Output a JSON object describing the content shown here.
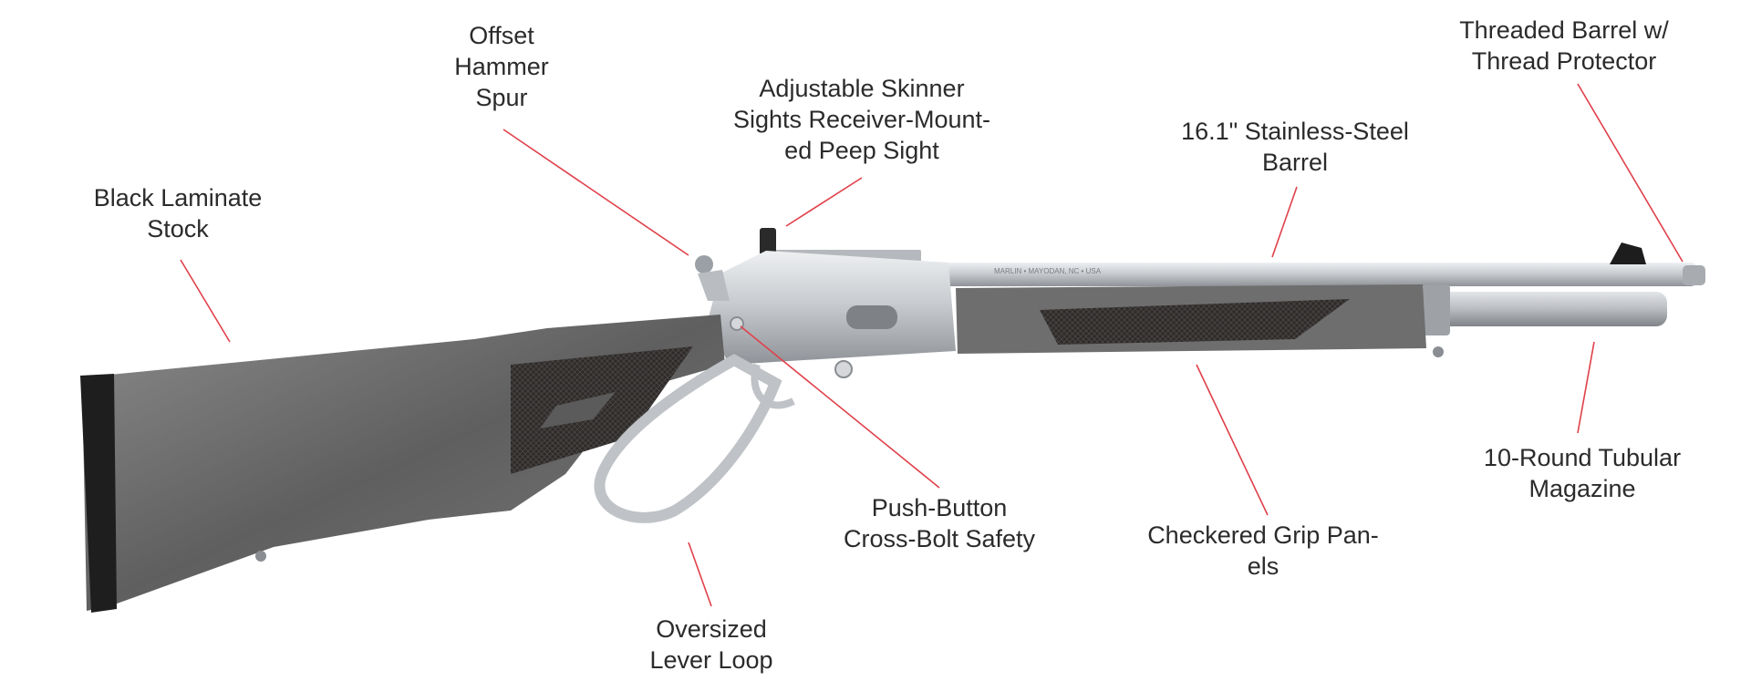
{
  "colors": {
    "leader_line": "#e0404a",
    "label_text": "#2b2b2b",
    "stainless_steel": "#c9ccd0",
    "laminate_stock": "#6f6f6f",
    "recoil_pad": "#1e1e1e",
    "checkering": "#2e2b2a"
  },
  "callouts": {
    "offset_hammer_spur": {
      "lines": [
        "Offset",
        "Hammer",
        "Spur"
      ]
    },
    "skinner_sights": {
      "lines": [
        "Adjustable Skinner",
        "Sights Receiver-Mount-",
        "ed Peep Sight"
      ]
    },
    "stainless_barrel": {
      "lines": [
        "16.1\" Stainless-Steel",
        "Barrel"
      ]
    },
    "threaded_barrel": {
      "lines": [
        "Threaded Barrel w/",
        "Thread Protector"
      ]
    },
    "black_laminate_stock": {
      "lines": [
        "Black Laminate",
        "Stock"
      ]
    },
    "push_button_safety": {
      "lines": [
        "Push-Button",
        "Cross-Bolt Safety"
      ]
    },
    "checkered_grip": {
      "lines": [
        "Checkered Grip Pan-",
        "els"
      ]
    },
    "tubular_magazine": {
      "lines": [
        "10-Round Tubular",
        "Magazine"
      ]
    },
    "oversized_lever_loop": {
      "lines": [
        "Oversized",
        "Lever Loop"
      ]
    }
  },
  "receiver_engraving": "MARLIN • MAYODAN, NC • USA"
}
